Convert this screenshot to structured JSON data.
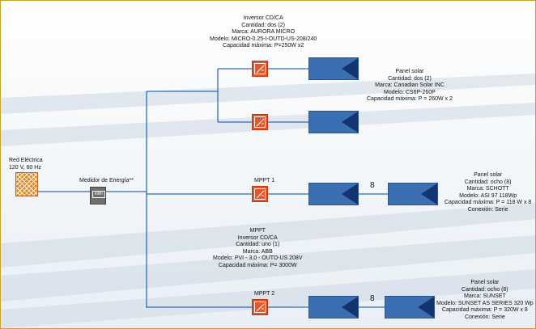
{
  "grid": {
    "title": "Red Eléctrica",
    "spec": "120 V, 60 Hz"
  },
  "meter": {
    "title": "Medidor de Energía**",
    "icon_text": "kWh"
  },
  "inverter_top": {
    "lines": [
      "Inversor CD/CA",
      "Cantidad: dos (2)",
      "Marca: AURORA MICRO",
      "Modelo: MICRO-0.25-I-OUTD-US-208/240",
      "Capacidad máxima: P=250W x2"
    ]
  },
  "panel_top": {
    "lines": [
      "Panel solar",
      "Cantidad: dos (2)",
      "Marca: Canadian Solar INC",
      "Modelo: CS6P-260P",
      "Capacidad máxima: P = 260W x 2"
    ]
  },
  "mppt1": {
    "label": "MPPT 1",
    "string_count": "8"
  },
  "panel_mid": {
    "lines": [
      "Panel solar",
      "Cantidad: ocho (8)",
      "Marca: SCHOTT",
      "Modelo: ASI 97 118Wp",
      "Capacidad máxima: P = 118 W x 8",
      "Conexión: Serie"
    ]
  },
  "inverter_abb": {
    "lines": [
      "MPPT",
      "Inversor CD/CA",
      "Cantidad: uno (1)",
      "Marca: ABB",
      "Modelo: PVI - 3,0 - OUTD-US 208V",
      "Capacidad máxima: P= 3000W"
    ]
  },
  "mppt2": {
    "label": "MPPT 2",
    "string_count": "8"
  },
  "panel_bot": {
    "lines": [
      "Panel solar",
      "Cantidad: ocho (8)",
      "Marca: SUNSET",
      "Modelo: SUNSET AS SERIES 320 Wp",
      "Capacidad máxima: P = 320W x 8",
      "Conexión: Serie"
    ]
  },
  "colors": {
    "inverter": "#e4572a",
    "panel": "#3c6fb2",
    "wire": "#2f6db5"
  }
}
